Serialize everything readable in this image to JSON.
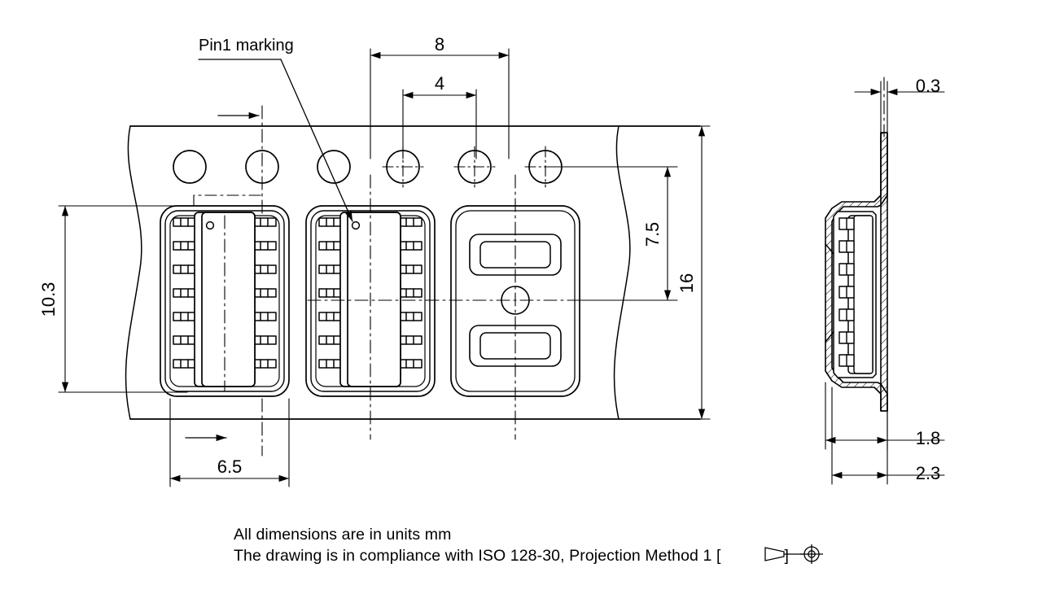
{
  "drawing": {
    "title": "Carrier tape packaging drawing",
    "units_note": "All dimensions are in units mm",
    "standard_note": "The drawing is in compliance with ISO 128-30, Projection Method 1 [",
    "standard_note_close": "]",
    "projection_symbol": "first-angle-projection-symbol",
    "line_color": "#000000",
    "background": "#ffffff"
  },
  "labels": {
    "pin1_marking": "Pin1 marking"
  },
  "dimensions": {
    "pitch_8": "8",
    "pocket_width_4": "4",
    "height_10_3": "10.3",
    "offset_6_5": "6.5",
    "edge_7_5": "7.5",
    "tape_width_16": "16",
    "thickness_0_3": "0.3",
    "depth_1_8": "1.8",
    "total_2_3": "2.3"
  },
  "plan_view": {
    "name": "carrier-tape-plan-view",
    "sprocket_holes": 6,
    "pockets": [
      {
        "index": 1,
        "contents": "ic-package",
        "leads_per_side": 7,
        "pin1_dot": true
      },
      {
        "index": 2,
        "contents": "ic-package",
        "leads_per_side": 7,
        "pin1_dot": true
      },
      {
        "index": 3,
        "contents": "empty-pocket",
        "recesses": 2,
        "center_hole": true
      }
    ]
  },
  "section_view": {
    "name": "carrier-tape-cross-section",
    "hatched": true,
    "ic_leads": 7
  }
}
